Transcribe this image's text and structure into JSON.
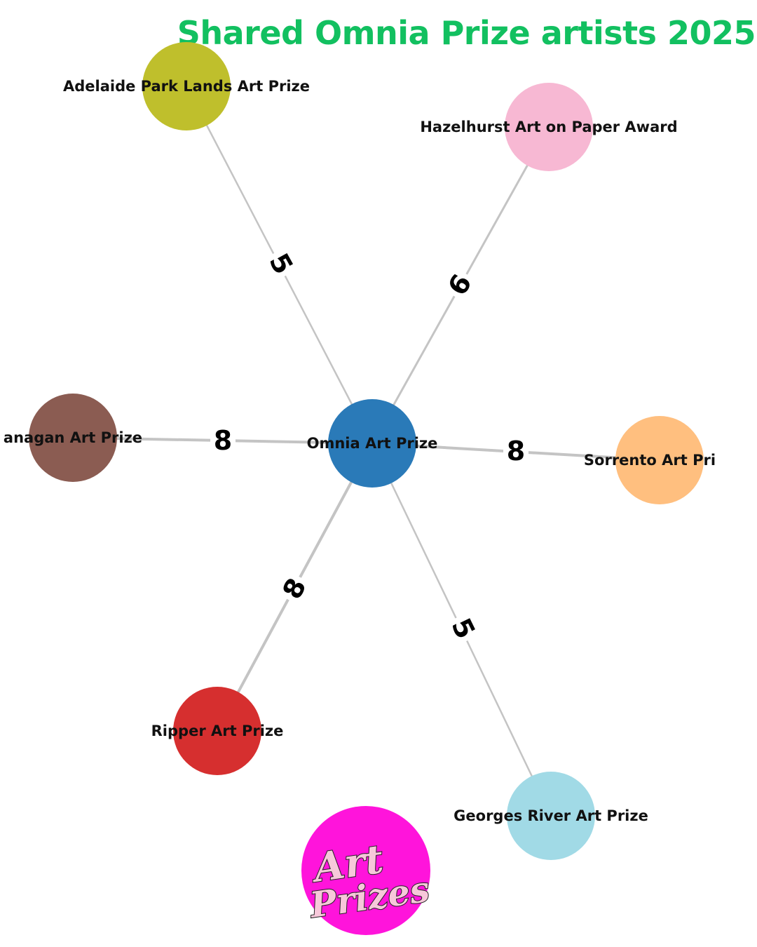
{
  "title": "Shared Omnia Prize artists 2025",
  "colors": {
    "title": "#12c060",
    "edge": "#c4c4c4",
    "logo_bg": "#ff14db"
  },
  "hub": {
    "id": "omnia",
    "label": "Omnia Art Prize",
    "color": "#2a7ab8"
  },
  "nodes": [
    {
      "id": "adelaide",
      "label": "Adelaide Park Lands Art Prize",
      "color": "#bfbf2c"
    },
    {
      "id": "hazelhurst",
      "label": "Hazelhurst Art on Paper Award",
      "color": "#f7b8d3"
    },
    {
      "id": "flanagan",
      "label": "anagan Art Prize",
      "color": "#8b5c52"
    },
    {
      "id": "sorrento",
      "label": "Sorrento Art Pri",
      "color": "#ffbf7f"
    },
    {
      "id": "ripper",
      "label": "Ripper Art Prize",
      "color": "#d62f2f"
    },
    {
      "id": "georges",
      "label": "Georges River Art Prize",
      "color": "#a1dae6"
    }
  ],
  "edges": [
    {
      "to": "adelaide",
      "weight": "5"
    },
    {
      "to": "hazelhurst",
      "weight": "6"
    },
    {
      "to": "flanagan",
      "weight": "8"
    },
    {
      "to": "sorrento",
      "weight": "8"
    },
    {
      "to": "ripper",
      "weight": "8"
    },
    {
      "to": "georges",
      "weight": "5"
    }
  ],
  "logo": {
    "line1": "Art",
    "line2": "Prizes"
  }
}
